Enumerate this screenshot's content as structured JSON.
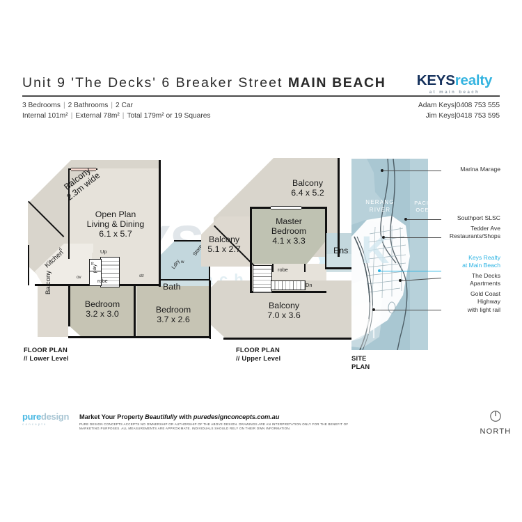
{
  "header": {
    "title_prefix": "Unit 9 'The Decks' 6 Breaker Street ",
    "title_suburb": "MAIN BEACH",
    "specs_line1_a": "3 Bedrooms",
    "specs_line1_b": "2 Bathrooms",
    "specs_line1_c": "2 Car",
    "specs_line2_a": "Internal 101m²",
    "specs_line2_b": "External 78m²",
    "specs_line2_c": "Total 179m² or 19 Squares",
    "separator": "|"
  },
  "logo": {
    "keys": "KEYS",
    "realty": "realty",
    "sub": "at main beach",
    "color_keys": "#15315c",
    "color_realty": "#35b4e0"
  },
  "contacts": [
    {
      "name": "Adam Keys",
      "phone": "0408 753 555"
    },
    {
      "name": "Jim Keys",
      "phone": "0418 753 595"
    }
  ],
  "watermark": {
    "keys": "KEYS",
    "realty": "realty",
    "sub": "at main beach"
  },
  "lower_plan": {
    "caption_line1": "FLOOR PLAN",
    "caption_line2": "// Lower Level",
    "rooms": {
      "balcony_top_name": "Balcony",
      "balcony_top_size": "2.3m wide",
      "living_name_l1": "Open Plan",
      "living_name_l2": "Living & Dining",
      "living_size": "6.1 x 5.7",
      "kitchen": "Kitchen",
      "bath": "Bath",
      "laundry": "Ldry",
      "store": "Store",
      "balcony_left": "Balcony",
      "bedroom2_name": "Bedroom",
      "bedroom2_size": "3.2 x 3.0",
      "bedroom3_name": "Bedroom",
      "bedroom3_size": "3.7 x 2.6"
    },
    "fixtures": {
      "dishwasher": "d",
      "fridge": "fr",
      "pantry": "pdry",
      "oven": "ov",
      "stair_up": "Up",
      "store_small": "str",
      "robe": "robe",
      "washer": "w"
    }
  },
  "upper_plan": {
    "caption_line1": "FLOOR PLAN",
    "caption_line2": "// Upper Level",
    "rooms": {
      "balcony_ne_name": "Balcony",
      "balcony_ne_size": "6.4 x 5.2",
      "balcony_w_name": "Balcony",
      "balcony_w_size": "5.1 x 2.7",
      "master_name_l1": "Master",
      "master_name_l2": "Bedroom",
      "master_size": "4.1 x 3.3",
      "ensuite": "Ens",
      "balcony_s_name": "Balcony",
      "balcony_s_size": "7.0 x 3.6"
    },
    "fixtures": {
      "robe": "robe",
      "stair_down": "Dn"
    }
  },
  "site_plan": {
    "caption_line1": "SITE",
    "caption_line2": "PLAN",
    "map_labels": [
      {
        "text_l1": "NERANG",
        "text_l2": "RIVER"
      },
      {
        "text_l1": "PACIFIC",
        "text_l2": "OCEAN"
      }
    ],
    "annotations": [
      {
        "lines": [
          "Marina Marage"
        ],
        "highlight": false
      },
      {
        "lines": [
          "Southport SLSC"
        ],
        "highlight": false
      },
      {
        "lines": [
          "Tedder Ave",
          "Restaurants/Shops"
        ],
        "highlight": false
      },
      {
        "lines": [
          "Keys Realty",
          "at Main Beach"
        ],
        "highlight": true
      },
      {
        "lines": [
          "The Decks",
          "Apartments"
        ],
        "highlight": false
      },
      {
        "lines": [
          "Gold Coast",
          "Highway",
          "with light rail"
        ],
        "highlight": false
      }
    ],
    "highlight_color": "#2bb3e3",
    "water_color": "#a9c7d2"
  },
  "footer": {
    "pd_pure": "pure",
    "pd_design": "design",
    "pd_sub": "concepts",
    "tagline_a": "Market Your Property ",
    "tagline_b": "Beautifully",
    "tagline_c": " with ",
    "tagline_d": "puredesignconcepts.com.au",
    "disclaimer": "PURE DESIGN CONCEPTS ACCEPTS NO OWNERSHIP OR AUTHORSHIP OF THE ABOVE DESIGN. DRAWINGS ARE AN INTERPRETATION ONLY FOR THE BENEFIT OF MARKETING PURPOSES. ALL MEASUREMENTS ARE APPROXIMATE. INDIVIDUALS SHOULD RELY ON THEIR OWN INFORMATION.",
    "north_label": "NORTH"
  }
}
